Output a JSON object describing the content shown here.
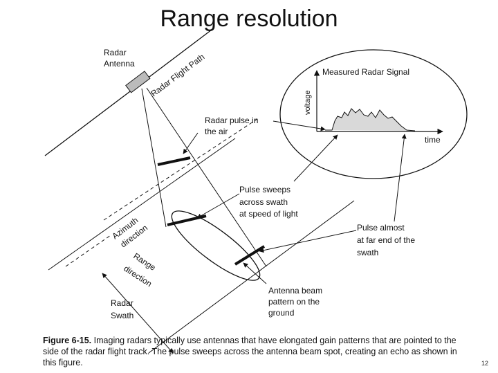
{
  "title": "Range resolution",
  "labels": {
    "radar_antenna_1": "Radar",
    "radar_antenna_2": "Antenna",
    "flight_path": "Radar Flight Path",
    "measured_signal": "Measured Radar Signal",
    "voltage": "voltage",
    "time": "time",
    "pulse_in_air_1": "Radar pulse in",
    "pulse_in_air_2": "the air",
    "pulse_sweeps_1": "Pulse sweeps",
    "pulse_sweeps_2": "across swath",
    "pulse_sweeps_3": "at speed of light",
    "pulse_far_1": "Pulse almost",
    "pulse_far_2": "at far end of the",
    "pulse_far_3": "swath",
    "azimuth_1": "Azimuth",
    "azimuth_2": "direction",
    "range_1": "Range",
    "range_2": "direction",
    "swath_1": "Radar",
    "swath_2": "Swath",
    "beam_1": "Antenna beam",
    "beam_2": "pattern on the",
    "beam_3": "ground"
  },
  "caption": {
    "figure": "Figure 6-15.",
    "text": "Imaging radars typically use antennas that have elongated gain patterns that are pointed to the side of the radar flight track. The pulse sweeps across the antenna beam spot, creating an echo as shown in this figure."
  },
  "page_number": "12"
}
